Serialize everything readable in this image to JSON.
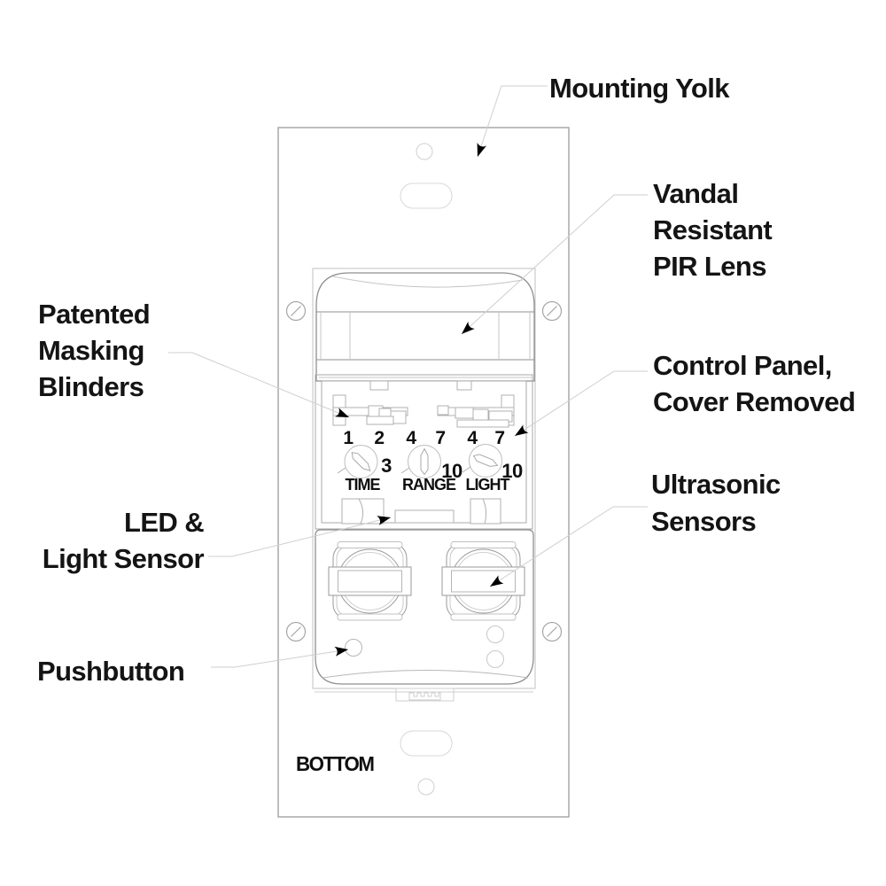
{
  "figure": {
    "type": "technical-diagram",
    "subject": "dual-technology wall switch occupancy sensor, cover removed",
    "bottom_marking": "BOTTOM",
    "callouts": {
      "mounting_yolk": [
        "Mounting Yolk"
      ],
      "pir_lens": [
        "Vandal",
        "Resistant",
        "PIR Lens"
      ],
      "control_panel": [
        "Control Panel,",
        "Cover Removed"
      ],
      "ultrasonic": [
        "Ultrasonic",
        "Sensors"
      ],
      "masking_blinders": [
        "Patented",
        "Masking",
        "Blinders"
      ],
      "led_light_sensor": [
        "LED &",
        "Light Sensor"
      ],
      "pushbutton": [
        "Pushbutton"
      ]
    },
    "control_panel": {
      "dials": [
        {
          "label": "TIME",
          "ticks": [
            "1",
            "2",
            "3"
          ]
        },
        {
          "label": "RANGE",
          "ticks": [
            "4",
            "7",
            "10"
          ]
        },
        {
          "label": "LIGHT",
          "ticks": [
            "4",
            "7",
            "10"
          ]
        }
      ]
    },
    "colors": {
      "text": "#141414",
      "arrowhead": "#000000",
      "leader_line": "#cfcfcf",
      "plate_line": "#9b9b9b",
      "device_line": "#8f8f8f",
      "light_detail_line": "#c4c4c4",
      "ghost_line": "#d8d8d8",
      "background": "#ffffff"
    }
  }
}
